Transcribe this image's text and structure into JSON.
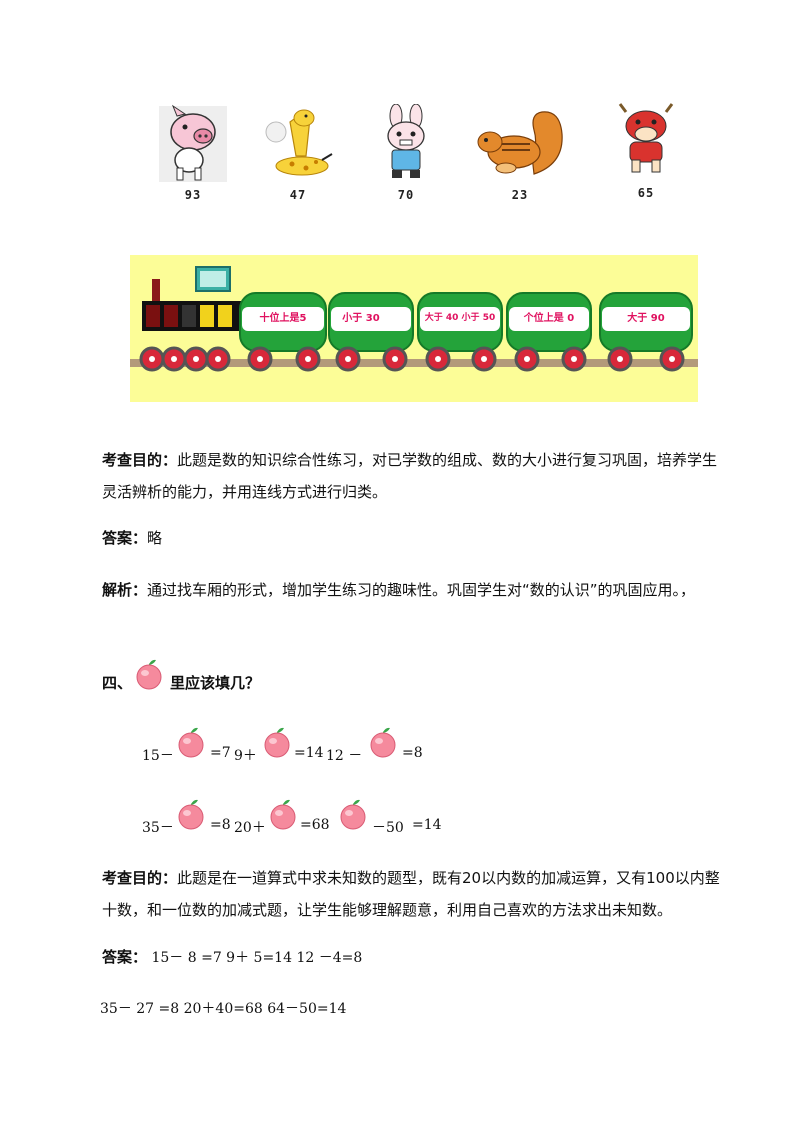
{
  "animals": [
    {
      "name": "pig",
      "number": "93"
    },
    {
      "name": "giraffe",
      "number": "47"
    },
    {
      "name": "rabbit",
      "number": "70"
    },
    {
      "name": "squirrel",
      "number": "23"
    },
    {
      "name": "cow",
      "number": "65"
    }
  ],
  "train": {
    "cars": [
      {
        "label": "十位上是5"
      },
      {
        "label": "小于 30"
      },
      {
        "label": "大于 40 小于 50"
      },
      {
        "label": "个位上是 0"
      },
      {
        "label": "大于 90"
      }
    ],
    "colors": {
      "body": "#24a33a",
      "window": "#ffffff",
      "label": "#e0115f",
      "wheel": "#d8283a",
      "background": "#fcfd97"
    }
  },
  "section3": {
    "purpose_label": "考查目的：",
    "purpose_text": "此题是数的知识综合性练习，对已学数的组成、数的大小进行复习巩固，培养学生灵活辨析的能力，并用连线方式进行归类。",
    "answer_label": "答案：",
    "answer_text": "略",
    "analysis_label": "解析：",
    "analysis_text": "通过找车厢的形式，增加学生练习的趣味性。巩固学生对“数的认识”的巩固应用。，"
  },
  "section4": {
    "title_prefix": "四、",
    "title_suffix": "里应该填几？",
    "row1": {
      "a": "15－",
      "b": "=7",
      "c": "9＋",
      "d": "=14",
      "e": "12 －",
      "f": "=8"
    },
    "row2": {
      "a": "35－",
      "b": "=8",
      "c": "20＋",
      "d": "=68",
      "e": "－50",
      "f": "=14"
    },
    "purpose_label": "考查目的：",
    "purpose_text": "此题是在一道算式中求未知数的题型，既有20以内数的加减运算，又有100以内整十数，和一位数的加减式题，让学生能够理解题意，利用自己喜欢的方法求出未知数。",
    "answer_label": "答案：",
    "answer_line1": "15－ 8 =7 9＋ 5=14 12 －4=8",
    "answer_line2": "35－ 27 =8 20＋40=68 64－50=14"
  }
}
